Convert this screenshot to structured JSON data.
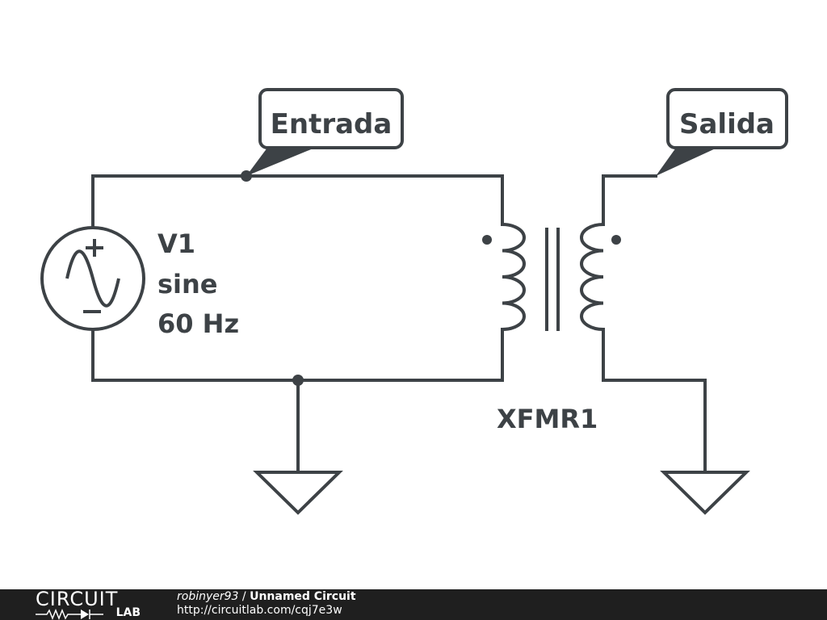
{
  "labels": {
    "input_net": "Entrada",
    "output_net": "Salida",
    "source_name": "V1",
    "source_type": "sine",
    "source_freq": "60 Hz",
    "transformer_name": "XFMR1"
  },
  "footer": {
    "logo_top": "CIRCUIT",
    "logo_bottom": "LAB",
    "user": "robinyer93",
    "separator": " / ",
    "circuit_title": "Unnamed Circuit",
    "url": "http://circuitlab.com/cqj7e3w"
  },
  "colors": {
    "ink": "#3d4246",
    "footer_bg": "#1f1f1f",
    "background": "#ffffff"
  }
}
